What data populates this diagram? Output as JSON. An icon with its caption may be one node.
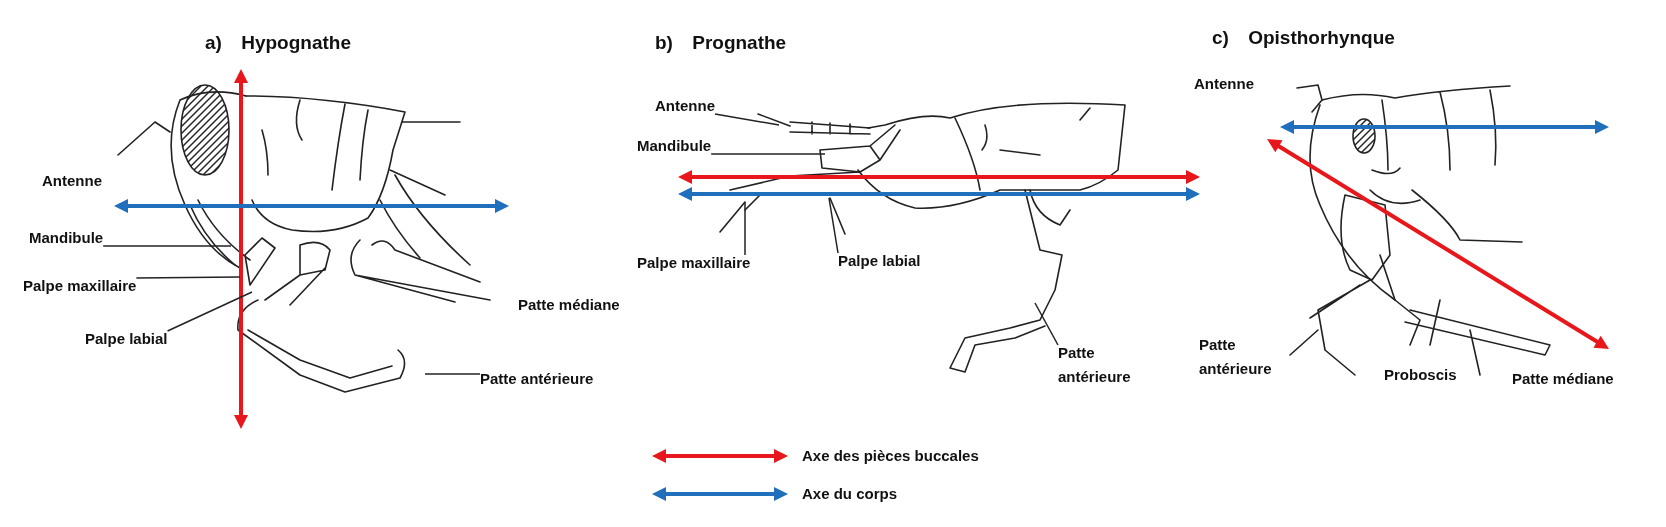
{
  "diagram": {
    "nodes": [
      {
        "text": [
          "Mandibule"
        ]
      },
      {
        "text": [
          "Palpe maxillaire"
        ]
      },
      {
        "text": [
          "Palpe labial"
        ]
      },
      {
        "text": [
          "Patte antérieure"
        ]
      },
      {
        "text": [
          "Antenne"
        ]
      },
      {
        "text": [
          "Mandibule"
        ]
      },
      {
        "text": [
          "Palpe maxillaire"
        ]
      },
      {
        "text": [
          "Palpe labial"
        ]
      },
      {
        "text": [
          "Patte antérieure"
        ]
      }
    ],
    "edges": [
      {
        "from": 0,
        "to": null,
        "arrow": "none"
      },
      {
        "from": 1,
        "to": null,
        "arrow": "none"
      },
      {
        "from": 2,
        "to": null,
        "arrow": "none"
      },
      {
        "from": 3,
        "to": null,
        "arrow": "none"
      },
      {
        "from": 4,
        "to": null,
        "arrow": "none"
      },
      {
        "from": 5,
        "to": null,
        "arrow": "none"
      },
      {
        "from": 6,
        "to": null,
        "arrow": "none"
      },
      {
        "from": 7,
        "to": null,
        "arrow": "none"
      },
      {
        "from": 8,
        "to": null,
        "arrow": "none"
      }
    ],
    "labels": [
      "a) Hypognathe",
      "b) Prognathe",
      "c) Opisthorhynque",
      "Antenne",
      "Antenne",
      "Patte médiane",
      "Patte antérieure",
      "Proboscis",
      "Patte médiane"
    ],
    "legend": [
      {
        "text": "Axe des pièces buccales",
        "color": "#e8171b"
      },
      {
        "text": "Axe du corps",
        "color": "#1f6fbd"
      }
    ]
  }
}
